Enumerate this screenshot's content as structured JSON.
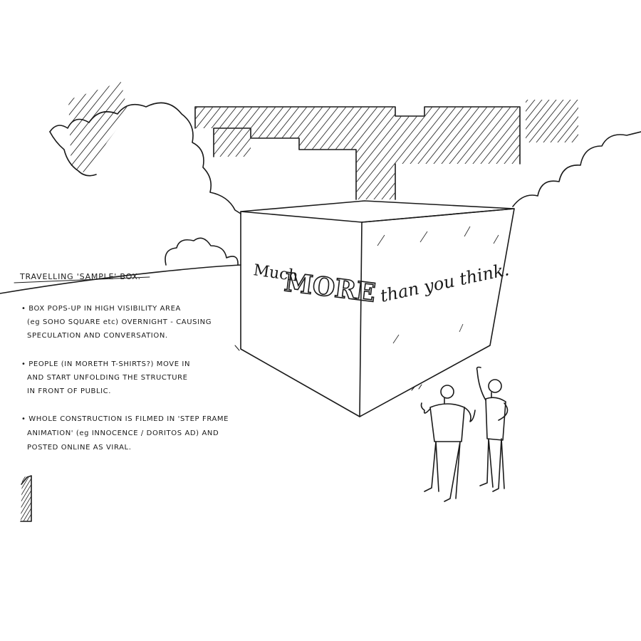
{
  "sketch": {
    "box_slogan": {
      "part1": "Much",
      "part2": "MORE",
      "part3": "than you think."
    },
    "notes_title": "TRAVELLING 'SAMPLE' BOX.",
    "notes": [
      {
        "lines": [
          "• BOX POPS-UP IN HIGH VISIBILITY AREA",
          "(eg SOHO SQUARE etc) OVERNIGHT - CAUSING",
          "SPECULATION AND CONVERSATION."
        ]
      },
      {
        "lines": [
          "• PEOPLE (IN MORETH T-SHIRTS?) MOVE IN",
          "AND START UNFOLDING THE STRUCTURE",
          "IN FRONT OF PUBLIC."
        ]
      },
      {
        "lines": [
          "• WHOLE CONSTRUCTION IS FILMED IN 'STEP FRAME",
          "ANIMATION' (eg INNOCENCE / DORITOS AD) AND",
          "POSTED ONLINE AS VIRAL."
        ]
      }
    ],
    "page_number": "1",
    "icons": [
      "tree-cluster",
      "building-silhouette",
      "person-figure"
    ]
  }
}
